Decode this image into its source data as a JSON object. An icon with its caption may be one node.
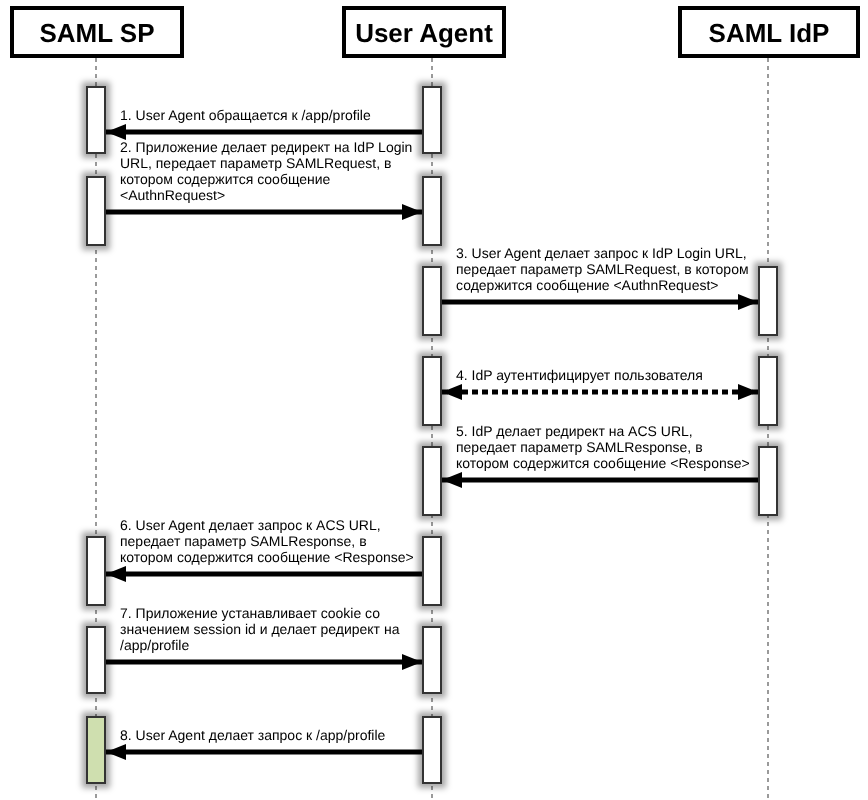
{
  "diagram": {
    "nodes": [
      {
        "text": [
          "SAML SP"
        ]
      },
      {
        "text": [
          "User Agent"
        ]
      },
      {
        "text": [
          "SAML IdP"
        ]
      },
      {
        "text": [],
        "shape": "bar"
      },
      {
        "text": [],
        "shape": "bar"
      },
      {
        "text": [],
        "shape": "bar"
      },
      {
        "text": [],
        "shape": "bar"
      },
      {
        "text": [],
        "shape": "bar"
      },
      {
        "text": [],
        "shape": "bar"
      },
      {
        "text": [],
        "shape": "bar"
      },
      {
        "text": [],
        "shape": "bar"
      },
      {
        "text": [],
        "shape": "bar"
      },
      {
        "text": [],
        "shape": "bar"
      },
      {
        "text": [],
        "shape": "bar"
      },
      {
        "text": [],
        "shape": "bar"
      },
      {
        "text": [],
        "shape": "bar"
      },
      {
        "text": [],
        "shape": "bar"
      },
      {
        "text": [],
        "shape": "bar"
      },
      {
        "text": [],
        "shape": "bar"
      }
    ],
    "edges": [
      {
        "from": 4,
        "to": 3,
        "arrow": "to",
        "label": "1. User Agent обращается к /app/profile"
      },
      {
        "from": 5,
        "to": 6,
        "arrow": "to",
        "label": "2. Приложение делает редирект на IdP Login URL, передает параметр SAMLRequest, в котором содержится сообщение <AuthnRequest>"
      },
      {
        "from": 7,
        "to": 8,
        "arrow": "to",
        "label": "3. User Agent делает запрос к IdP Login URL, передает параметр SAMLRequest, в котором содержится сообщение <AuthnRequest>"
      },
      {
        "from": 9,
        "to": 10,
        "arrow": "both",
        "style": "dashed",
        "label": "4. IdP аутентифицирует пользователя"
      },
      {
        "from": 12,
        "to": 11,
        "arrow": "to",
        "label": "5. IdP делает редирект на ACS URL, передает параметр SAMLResponse, в котором содержится сообщение <Response>"
      },
      {
        "from": 14,
        "to": 13,
        "arrow": "to",
        "label": "6. User Agent делает запрос к ACS URL, передает параметр SAMLResponse, в котором содержится сообщение <Response>"
      },
      {
        "from": 15,
        "to": 16,
        "arrow": "to",
        "label": "7. Приложение устанавливает cookie со значением session id и делает редирект на /app/profile"
      },
      {
        "from": 18,
        "to": 17,
        "arrow": "to",
        "label": "8. User Agent делает запрос к /app/profile"
      }
    ]
  }
}
